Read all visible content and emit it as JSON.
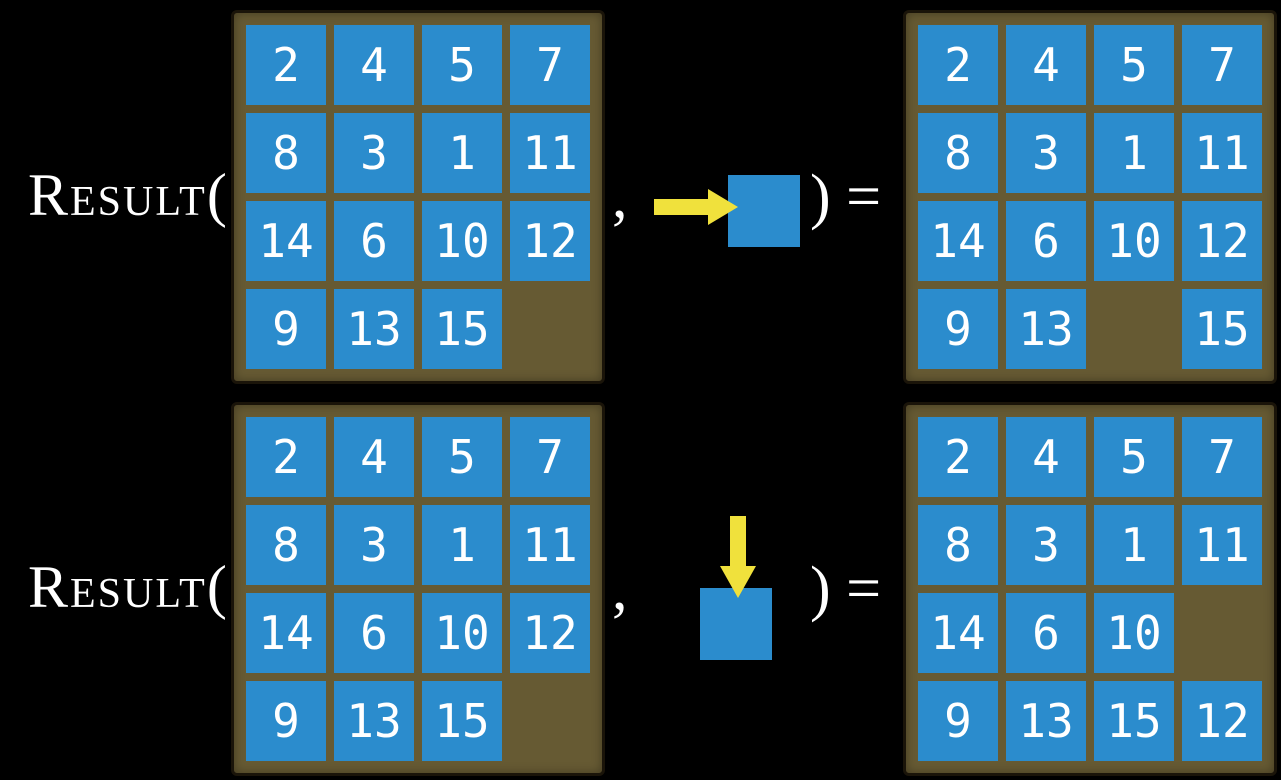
{
  "colors": {
    "background": "#000000",
    "board_brown": "#665A33",
    "tile_blue": "#2B8CCD",
    "arrow_yellow": "#F0E13C",
    "text_white": "#FFFFFF"
  },
  "rows": [
    {
      "label": "Result(",
      "comma": ",",
      "closing": ") =",
      "action_direction": "right",
      "input_grid": [
        [
          "2",
          "4",
          "5",
          "7"
        ],
        [
          "8",
          "3",
          "1",
          "11"
        ],
        [
          "14",
          "6",
          "10",
          "12"
        ],
        [
          "9",
          "13",
          "15",
          ""
        ]
      ],
      "output_grid": [
        [
          "2",
          "4",
          "5",
          "7"
        ],
        [
          "8",
          "3",
          "1",
          "11"
        ],
        [
          "14",
          "6",
          "10",
          "12"
        ],
        [
          "9",
          "13",
          "",
          "15"
        ]
      ]
    },
    {
      "label": "Result(",
      "comma": ",",
      "closing": ") =",
      "action_direction": "down",
      "input_grid": [
        [
          "2",
          "4",
          "5",
          "7"
        ],
        [
          "8",
          "3",
          "1",
          "11"
        ],
        [
          "14",
          "6",
          "10",
          "12"
        ],
        [
          "9",
          "13",
          "15",
          ""
        ]
      ],
      "output_grid": [
        [
          "2",
          "4",
          "5",
          "7"
        ],
        [
          "8",
          "3",
          "1",
          "11"
        ],
        [
          "14",
          "6",
          "10",
          ""
        ],
        [
          "9",
          "13",
          "15",
          "12"
        ]
      ]
    }
  ]
}
